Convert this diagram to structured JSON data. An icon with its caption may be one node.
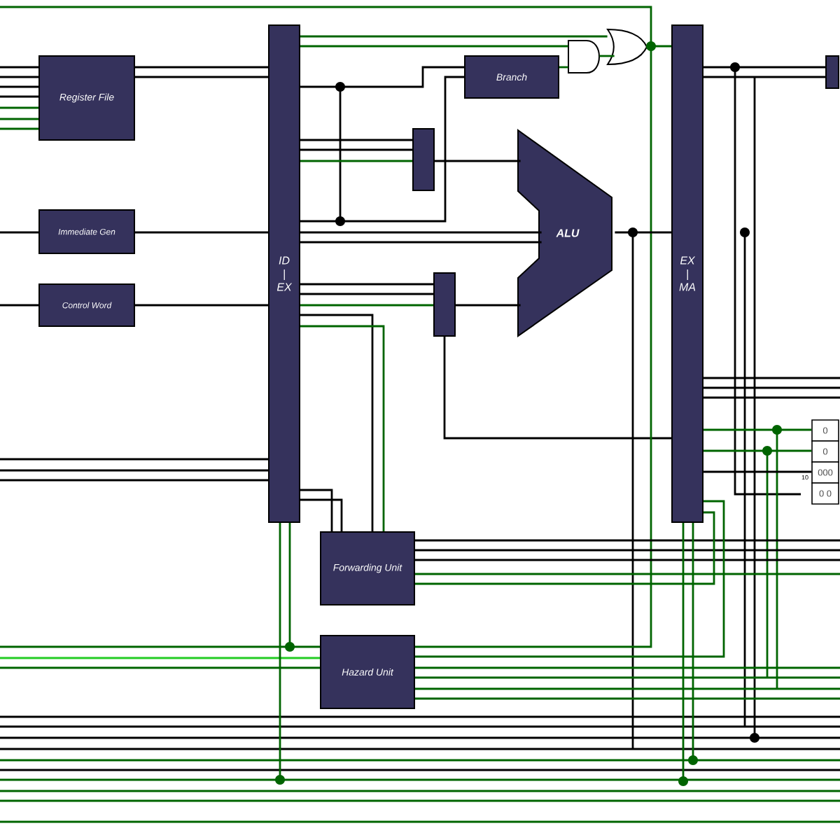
{
  "diagram": {
    "nodes": [
      {
        "text": [
          "Register File"
        ]
      },
      {
        "text": [
          "Immediate Gen"
        ]
      },
      {
        "text": [
          "Control Word"
        ]
      },
      {
        "text": [
          "ID",
          "|",
          "EX"
        ]
      },
      {
        "text": [],
        "shape": "box"
      },
      {
        "text": [
          "Branch"
        ]
      },
      {
        "text": [],
        "shape": "gate"
      },
      {
        "text": [],
        "shape": "gate"
      },
      {
        "text": [
          "ALU"
        ]
      },
      {
        "text": [],
        "shape": "box"
      },
      {
        "text": [
          "EX",
          "|",
          "MA"
        ]
      },
      {
        "text": [],
        "shape": "box"
      },
      {
        "text": [
          "0"
        ]
      },
      {
        "text": [
          "0"
        ]
      },
      {
        "text": [
          "000"
        ]
      },
      {
        "text": [
          "0 0"
        ]
      },
      {
        "text": [
          "Forwarding Unit"
        ]
      },
      {
        "text": [
          "Hazard Unit"
        ]
      }
    ],
    "edges": [
      {
        "from": null,
        "to": 0,
        "arrow": "none"
      },
      {
        "from": null,
        "to": 0,
        "arrow": "none"
      },
      {
        "from": null,
        "to": 0,
        "arrow": "none"
      },
      {
        "from": null,
        "to": 0,
        "arrow": "none"
      },
      {
        "from": null,
        "to": 0,
        "arrow": "none",
        "color": "#006400"
      },
      {
        "from": null,
        "to": 0,
        "arrow": "none",
        "color": "#006400"
      },
      {
        "from": null,
        "to": 0,
        "arrow": "none",
        "color": "#006400"
      },
      {
        "from": 0,
        "to": 3,
        "arrow": "none"
      },
      {
        "from": 0,
        "to": 3,
        "arrow": "none"
      },
      {
        "from": null,
        "to": 1,
        "arrow": "none"
      },
      {
        "from": 1,
        "to": 3,
        "arrow": "none"
      },
      {
        "from": null,
        "to": 2,
        "arrow": "none"
      },
      {
        "from": 2,
        "to": 3,
        "arrow": "none"
      },
      {
        "from": null,
        "to": 3,
        "arrow": "none"
      },
      {
        "from": null,
        "to": 3,
        "arrow": "none"
      },
      {
        "from": null,
        "to": 3,
        "arrow": "none"
      },
      {
        "from": 3,
        "to": 7,
        "arrow": "none",
        "color": "#006400"
      },
      {
        "from": 3,
        "to": 6,
        "arrow": "none",
        "color": "#006400"
      },
      {
        "from": 3,
        "to": 5,
        "arrow": "none"
      },
      {
        "from": 3,
        "to": 5,
        "arrow": "none"
      },
      {
        "from": 3,
        "to": 4,
        "arrow": "none"
      },
      {
        "from": 3,
        "to": 4,
        "arrow": "none"
      },
      {
        "from": 3,
        "to": 4,
        "arrow": "none",
        "color": "#006400"
      },
      {
        "from": 4,
        "to": 8,
        "arrow": "none"
      },
      {
        "from": 3,
        "to": 8,
        "arrow": "none"
      },
      {
        "from": 3,
        "to": 8,
        "arrow": "none"
      },
      {
        "from": 3,
        "to": 9,
        "arrow": "none"
      },
      {
        "from": 3,
        "to": 9,
        "arrow": "none"
      },
      {
        "from": 3,
        "to": 9,
        "arrow": "none",
        "color": "#006400"
      },
      {
        "from": 9,
        "to": 8,
        "arrow": "none"
      },
      {
        "from": 9,
        "to": 10,
        "arrow": "none"
      },
      {
        "from": 5,
        "to": 6,
        "arrow": "none",
        "color": "#006400"
      },
      {
        "from": 6,
        "to": 7,
        "arrow": "none",
        "color": "#006400"
      },
      {
        "from": 7,
        "to": 10,
        "arrow": "none",
        "color": "#006400"
      },
      {
        "from": null,
        "to": 17,
        "arrow": "none",
        "color": "#006400"
      },
      {
        "from": 8,
        "to": 10,
        "arrow": "none"
      },
      {
        "from": 10,
        "to": 11,
        "arrow": "none"
      },
      {
        "from": 10,
        "to": 11,
        "arrow": "none"
      },
      {
        "from": 10,
        "to": 12,
        "arrow": "none",
        "color": "#006400"
      },
      {
        "from": 10,
        "to": 13,
        "arrow": "none",
        "color": "#006400"
      },
      {
        "from": 10,
        "to": 14,
        "arrow": "none"
      },
      {
        "from": 10,
        "to": null,
        "arrow": "none"
      },
      {
        "from": 10,
        "to": null,
        "arrow": "none"
      },
      {
        "from": 10,
        "to": null,
        "arrow": "none"
      },
      {
        "from": 3,
        "to": 16,
        "arrow": "none"
      },
      {
        "from": 3,
        "to": 16,
        "arrow": "none"
      },
      {
        "from": 3,
        "to": 16,
        "arrow": "none"
      },
      {
        "from": 3,
        "to": 16,
        "arrow": "none",
        "color": "#006400"
      },
      {
        "from": 16,
        "to": null,
        "arrow": "none"
      },
      {
        "from": 16,
        "to": null,
        "arrow": "none"
      },
      {
        "from": 16,
        "to": null,
        "arrow": "none"
      },
      {
        "from": 16,
        "to": null,
        "arrow": "none",
        "color": "#006400"
      },
      {
        "from": 10,
        "to": 16,
        "arrow": "none",
        "color": "#006400"
      },
      {
        "from": null,
        "to": 17,
        "arrow": "none",
        "color": "#006400"
      },
      {
        "from": null,
        "to": 17,
        "arrow": "none",
        "color": "#22cc22"
      },
      {
        "from": null,
        "to": 17,
        "arrow": "none",
        "color": "#006400"
      },
      {
        "from": 17,
        "to": null,
        "arrow": "none",
        "color": "#006400"
      },
      {
        "from": 17,
        "to": null,
        "arrow": "none",
        "color": "#006400"
      },
      {
        "from": 17,
        "to": null,
        "arrow": "none",
        "color": "#006400"
      },
      {
        "from": 17,
        "to": null,
        "arrow": "none",
        "color": "#006400"
      },
      {
        "from": 10,
        "to": 17,
        "arrow": "none",
        "color": "#006400"
      },
      {
        "from": 3,
        "to": null,
        "arrow": "other",
        "color": "#006400"
      },
      {
        "from": 3,
        "to": null,
        "arrow": "other",
        "color": "#006400"
      },
      {
        "from": 10,
        "to": null,
        "arrow": "other",
        "color": "#006400"
      },
      {
        "from": 10,
        "to": null,
        "arrow": "other",
        "color": "#006400"
      }
    ],
    "labels": [
      "10"
    ]
  }
}
